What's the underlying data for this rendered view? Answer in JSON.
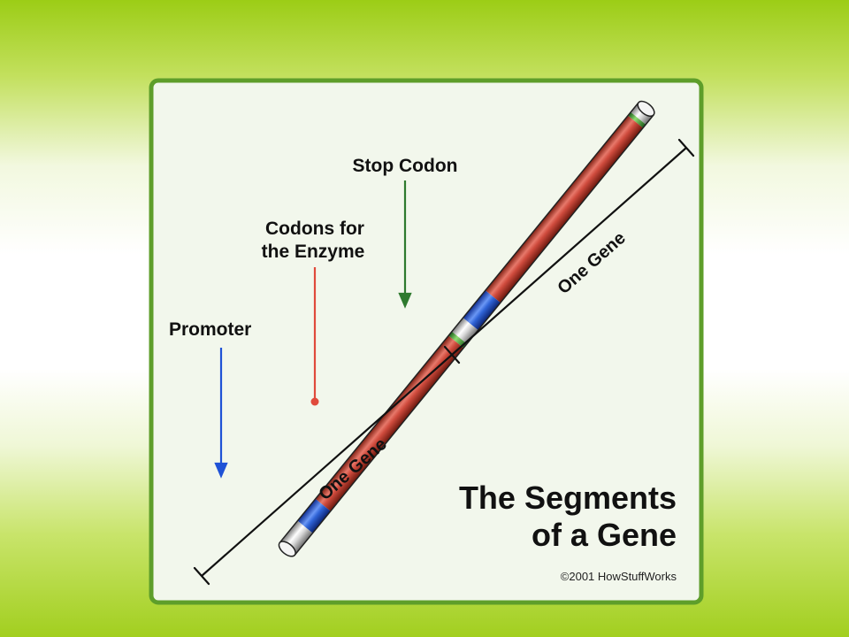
{
  "diagram": {
    "title_line1": "The Segments",
    "title_line2": "of a Gene",
    "copyright": "©2001 HowStuffWorks",
    "labels": {
      "promoter": "Promoter",
      "codons_line1": "Codons for",
      "codons_line2": "the Enzyme",
      "stop_codon": "Stop Codon",
      "gene_1": "One Gene",
      "gene_2": "One Gene"
    },
    "colors": {
      "card_border": "#5e9e2a",
      "card_fill": "#f2f7ec",
      "promoter_segment": "#2f63d6",
      "coding_segment": "#cc4a3c",
      "stop_codon_segment": "#3fa23a",
      "end_cap": "#d8d8d8",
      "promoter_arrow": "#1f52d6",
      "codons_arrow": "#e04a3c",
      "stop_arrow": "#2e7a2e"
    }
  }
}
